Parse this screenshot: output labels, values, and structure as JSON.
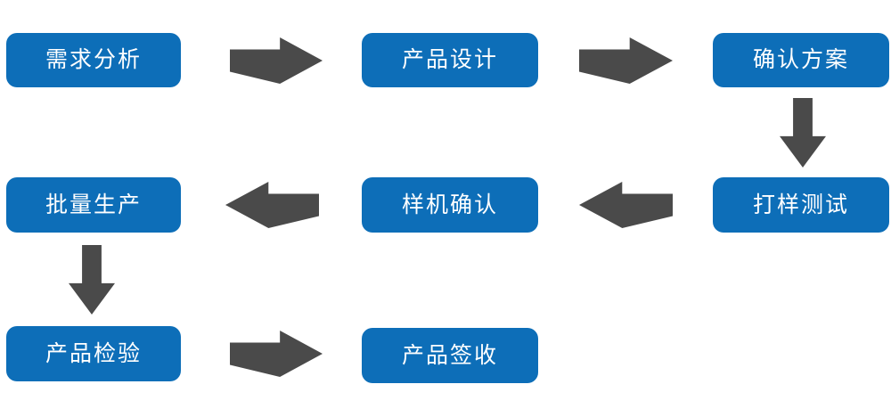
{
  "flowchart": {
    "title": "product-development-process-flow",
    "colors": {
      "box_bg": "#0d6eb8",
      "box_text": "#ffffff",
      "arrow": "#4a4a4a",
      "background": "#ffffff"
    },
    "nodes": [
      {
        "id": "requirement-analysis",
        "label": "需求分析"
      },
      {
        "id": "product-design",
        "label": "产品设计"
      },
      {
        "id": "confirm-plan",
        "label": "确认方案"
      },
      {
        "id": "sample-testing",
        "label": "打样测试"
      },
      {
        "id": "prototype-confirmation",
        "label": "样机确认"
      },
      {
        "id": "mass-production",
        "label": "批量生产"
      },
      {
        "id": "product-inspection",
        "label": "产品检验"
      },
      {
        "id": "product-acceptance",
        "label": "产品签收"
      }
    ],
    "connections": [
      {
        "from": "需求分析",
        "to": "产品设计",
        "direction": "right"
      },
      {
        "from": "产品设计",
        "to": "确认方案",
        "direction": "right"
      },
      {
        "from": "确认方案",
        "to": "打样测试",
        "direction": "down"
      },
      {
        "from": "打样测试",
        "to": "样机确认",
        "direction": "left"
      },
      {
        "from": "样机确认",
        "to": "批量生产",
        "direction": "left"
      },
      {
        "from": "批量生产",
        "to": "产品检验",
        "direction": "down"
      },
      {
        "from": "产品检验",
        "to": "产品签收",
        "direction": "right"
      }
    ]
  }
}
